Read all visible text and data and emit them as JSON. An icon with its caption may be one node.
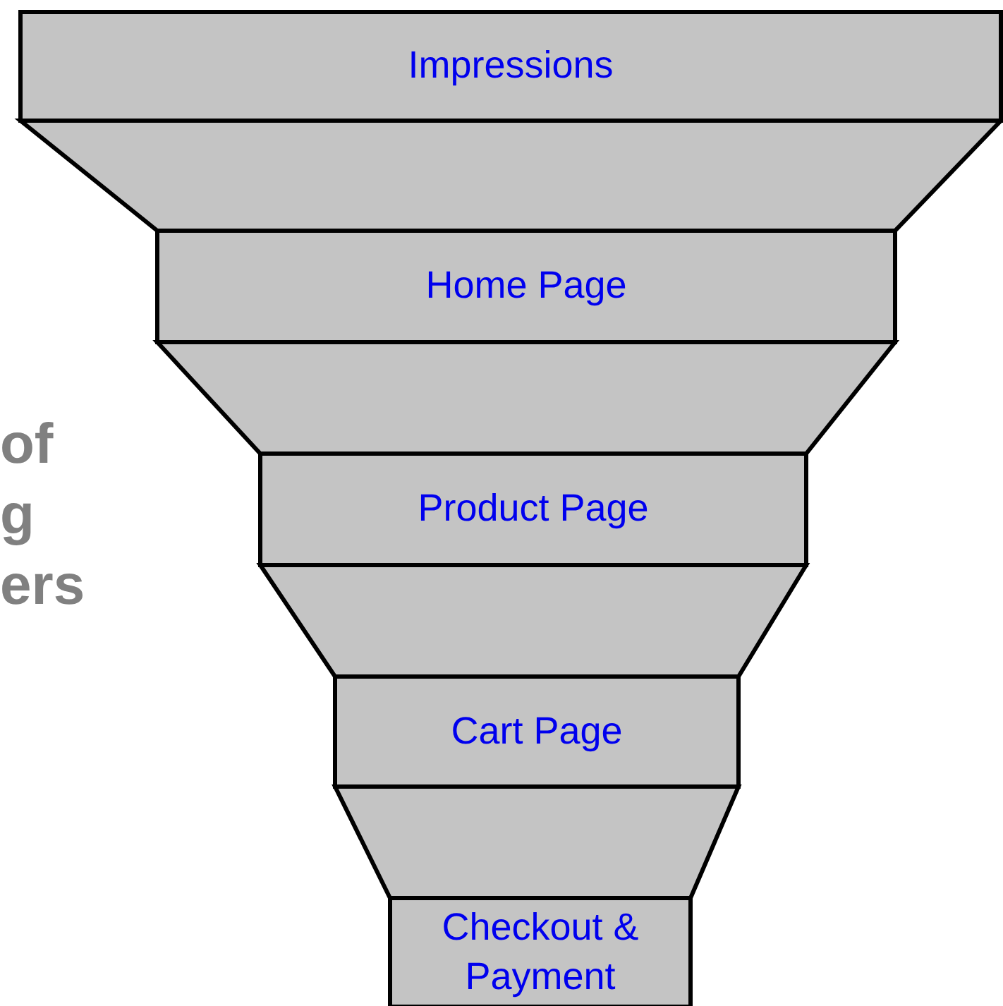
{
  "diagram": {
    "nodes": [
      {
        "text": [
          "Impressions"
        ]
      },
      {
        "text": [],
        "shape": "trapezoid"
      },
      {
        "text": [
          "Home Page"
        ]
      },
      {
        "text": [],
        "shape": "trapezoid"
      },
      {
        "text": [
          "Product Page"
        ]
      },
      {
        "text": [],
        "shape": "trapezoid"
      },
      {
        "text": [
          "Cart Page"
        ]
      },
      {
        "text": [],
        "shape": "trapezoid"
      },
      {
        "text": [
          "Checkout & Payment"
        ]
      }
    ],
    "labels": [
      "of g ers"
    ]
  }
}
